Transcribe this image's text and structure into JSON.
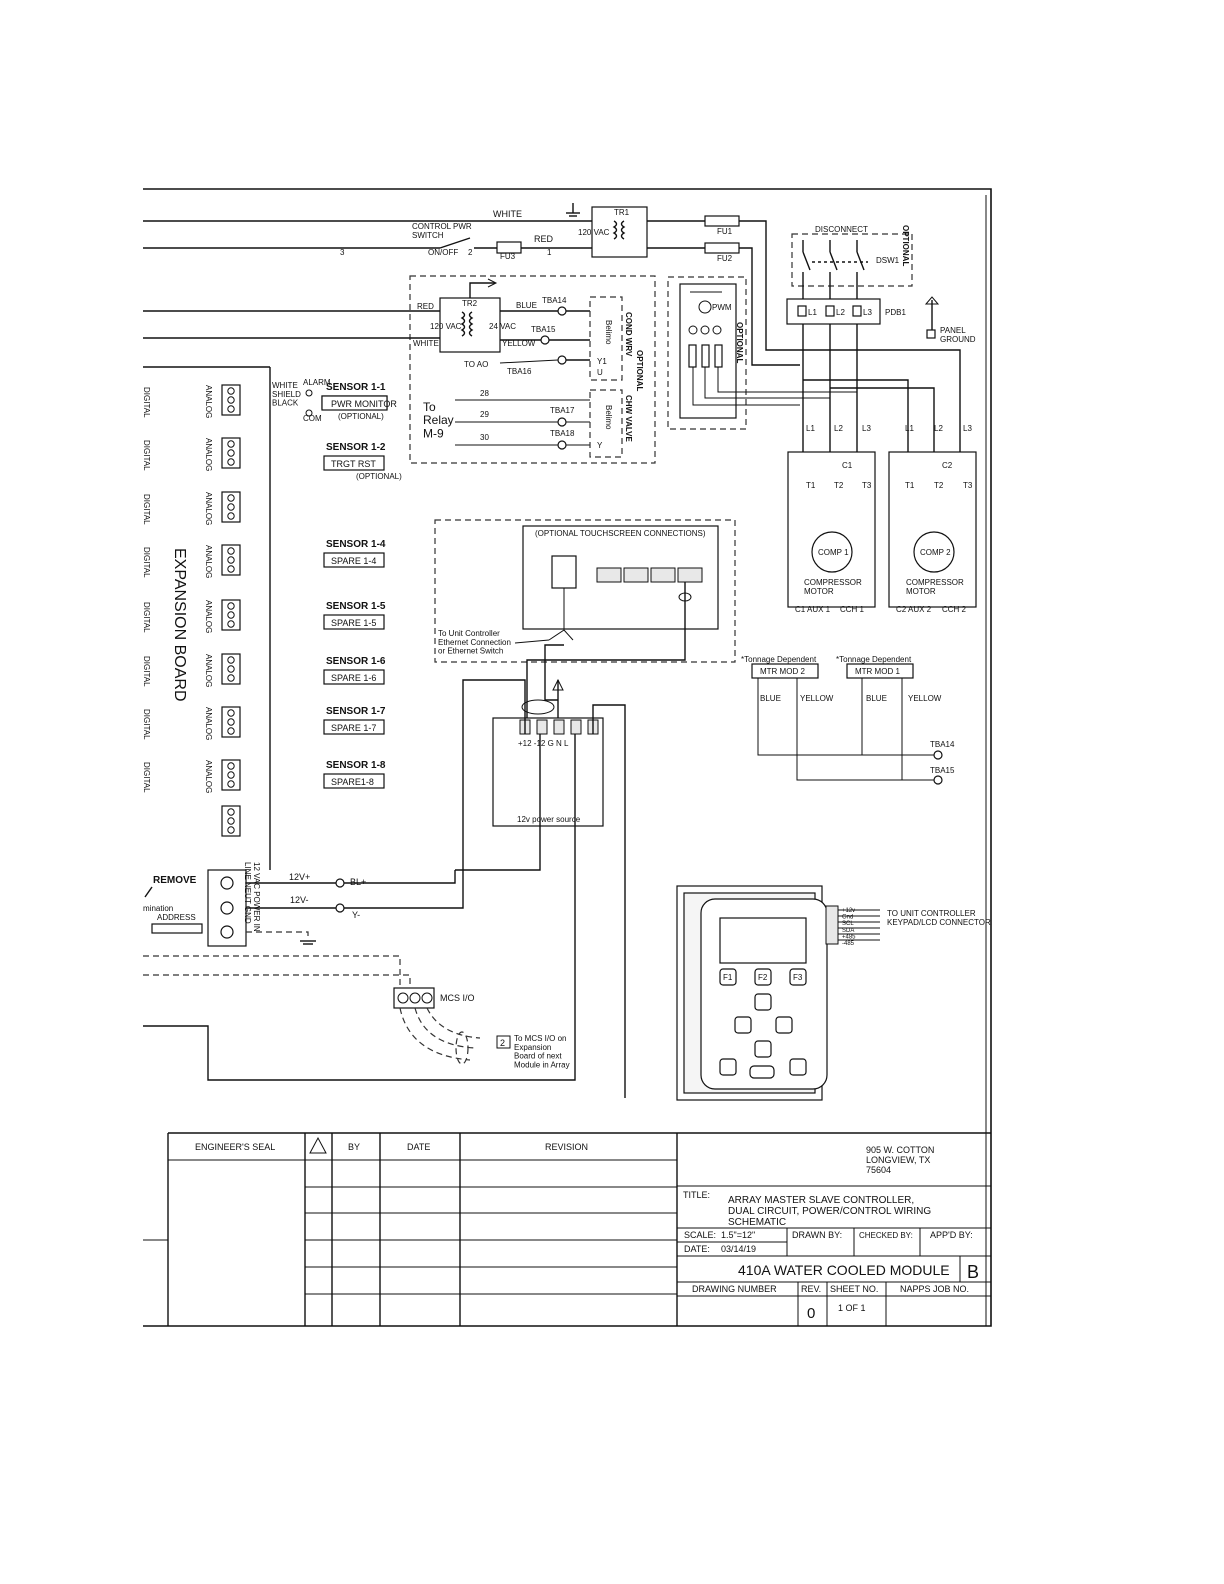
{
  "top": {
    "white": "WHITE",
    "red": "RED",
    "control_switch": "CONTROL PWR\nSWITCH",
    "onoff": "ON/OFF",
    "wire3": "3",
    "wire2": "2",
    "wire1": "1",
    "fu3": "FU3",
    "fu1": "FU1",
    "fu2": "FU2",
    "tr1": "TR1",
    "vac120": "120 VAC",
    "disconnect": "DISCONNECT",
    "dsw1": "DSW1",
    "optional": "OPTIONAL",
    "pdb1": "PDB1",
    "l1": "L1",
    "l2": "L2",
    "l3": "L3",
    "panel_ground": "PANEL\nGROUND"
  },
  "tr2_block": {
    "tr2": "TR2",
    "red": "RED",
    "white": "WHITE",
    "blue": "BLUE",
    "yellow": "YELLOW",
    "vac120": "120 VAC",
    "vac24": "24 VAC",
    "tba14": "TBA14",
    "tba15": "TBA15",
    "tba16": "TBA16",
    "tba17": "TBA17",
    "tba18": "TBA18",
    "to_ao": "TO AO",
    "to_relay": "To\nRelay\nM-9",
    "w28": "28",
    "w29": "29",
    "w30": "30",
    "y1": "Y1",
    "u": "U",
    "y": "Y",
    "cond_wrv": "COND WRV",
    "chw_valve": "CHW VALVE",
    "belimo": "Belimo",
    "optional": "OPTIONAL"
  },
  "pwm_block": {
    "pwm": "PWM",
    "optional": "OPTIONAL",
    "l1": "L1",
    "l2": "L2",
    "l3": "L3"
  },
  "compressors": {
    "comp1": "COMP 1",
    "comp2": "COMP 2",
    "motor": "COMPRESSOR\nMOTOR",
    "c1": "C1",
    "c2": "C2",
    "t1": "T1",
    "t2": "T2",
    "t3": "T3",
    "c1_aux": "C1 AUX 1",
    "cch1": "CCH 1",
    "c2_aux": "C2 AUX 2",
    "cch2": "CCH 2"
  },
  "expansion": {
    "title": "EXPANSION BOARD",
    "digital": "DIGITAL",
    "analog": "ANALOG",
    "remove": "REMOVE",
    "address": "ADDRESS",
    "termination": "mination",
    "power_in": "12 VAC POWER IN\nLINE NEUT GND",
    "v12p": "12V+",
    "v12m": "12V-",
    "blp": "BL+",
    "ym": "Y-",
    "wiring": "WHITE\nSHIELD\nBLACK",
    "alarm": "ALARM",
    "com": "COM"
  },
  "sensors": [
    {
      "name": "SENSOR 1-1",
      "box": "PWR MONITOR",
      "note": "(OPTIONAL)"
    },
    {
      "name": "SENSOR 1-2",
      "box": "TRGT RST",
      "note": "(OPTIONAL)"
    },
    {
      "name": "SENSOR 1-4",
      "box": "SPARE 1-4",
      "note": ""
    },
    {
      "name": "SENSOR 1-5",
      "box": "SPARE 1-5",
      "note": ""
    },
    {
      "name": "SENSOR 1-6",
      "box": "SPARE 1-6",
      "note": ""
    },
    {
      "name": "SENSOR 1-7",
      "box": "SPARE 1-7",
      "note": ""
    },
    {
      "name": "SENSOR 1-8",
      "box": "SPARE1-8",
      "note": ""
    }
  ],
  "touchscreen": {
    "title": "(OPTIONAL TOUCHSCREEN CONNECTIONS)",
    "to_unit": "To Unit Controller\nEthernet Connection\nor Ethernet Switch"
  },
  "psu": {
    "pins": "+12 -12   G    N    L",
    "label": "12v power source"
  },
  "mtr": {
    "tonnage": "*Tonnage Dependent",
    "mod2": "MTR MOD 2",
    "mod1": "MTR MOD 1",
    "blue": "BLUE",
    "yellow": "YELLOW",
    "tba14": "TBA14",
    "tba15": "TBA15"
  },
  "mcs": {
    "label": "MCS I/O",
    "note_num": "2",
    "note": "To MCS I/O on\nExpansion\nBoard of next\nModule in Array"
  },
  "keypad": {
    "connector": "TO UNIT CONTROLLER\nKEYPAD/LCD CONNECTOR",
    "pins": "+12v\nGnd\nSCL\nSDA\n+485\n-485",
    "f1": "F1",
    "f2": "F2",
    "f3": "F3"
  },
  "title_block": {
    "engineers_seal": "ENGINEER'S SEAL",
    "by": "BY",
    "date": "DATE",
    "revision": "REVISION",
    "address": "905 W. COTTON\nLONGVIEW, TX\n75604",
    "title_label": "TITLE:",
    "title_text": "ARRAY MASTER SLAVE CONTROLLER,\nDUAL CIRCUIT, POWER/CONTROL WIRING\nSCHEMATIC",
    "scale_label": "SCALE:",
    "scale": "1.5\"=12\"",
    "date_label": "DATE:",
    "date_value": "03/14/19",
    "drawn_by": "DRAWN BY:",
    "checked_by": "CHECKED BY:",
    "appd_by": "APP'D BY:",
    "module": "410A WATER COOLED MODULE",
    "size": "B",
    "drawing_number": "DRAWING NUMBER",
    "rev": "REV.",
    "rev_value": "0",
    "sheet_no": "SHEET NO.",
    "sheet_value": "1  OF  1",
    "napps_job": "NAPPS JOB NO."
  }
}
